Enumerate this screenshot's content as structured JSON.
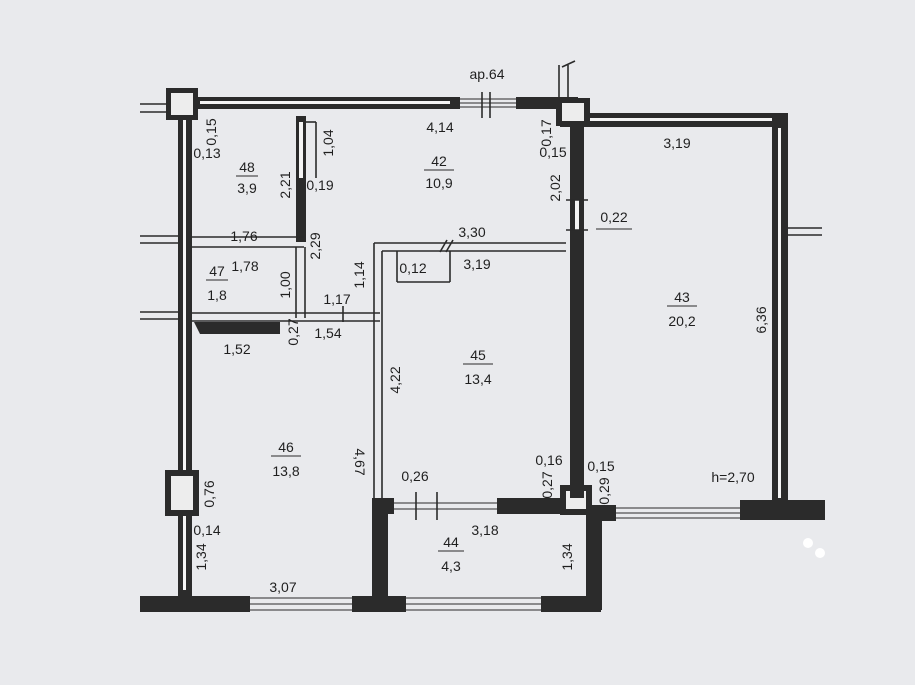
{
  "plan": {
    "top_label": "ар.64",
    "height_note": "h=2,70",
    "rooms": [
      {
        "id": "48",
        "number": "48",
        "area": "3,9"
      },
      {
        "id": "42",
        "number": "42",
        "area": "10,9"
      },
      {
        "id": "43",
        "number": "43",
        "area": "20,2"
      },
      {
        "id": "47",
        "number": "47",
        "area": "1,8"
      },
      {
        "id": "45",
        "number": "45",
        "area": "13,4"
      },
      {
        "id": "46",
        "number": "46",
        "area": "13,8"
      },
      {
        "id": "44",
        "number": "44",
        "area": "4,3"
      }
    ],
    "dimensions": {
      "d414": "4,14",
      "d015a": "0,15",
      "d013": "0,13",
      "d104": "1,04",
      "d221": "2,21",
      "d019": "0,19",
      "d017": "0,17",
      "d015b": "0,15",
      "d319a": "3,19",
      "d202": "2,02",
      "d022": "0,22",
      "d176": "1,76",
      "d229": "2,29",
      "d330": "3,30",
      "d012": "0,12",
      "d319b": "3,19",
      "d178": "1,78",
      "d100": "1,00",
      "d114": "1,14",
      "d117": "1,17",
      "d636": "6,36",
      "d152": "1,52",
      "d027a": "0,27",
      "d154": "1,54",
      "d422": "4,22",
      "d467": "4,67",
      "d016": "0,16",
      "d015c": "0,15",
      "d027b": "0,27",
      "d029": "0,29",
      "d076": "0,76",
      "d014": "0,14",
      "d026": "0,26",
      "d318": "3,18",
      "d134a": "1,34",
      "d134b": "1,34",
      "d307": "3,07"
    }
  }
}
